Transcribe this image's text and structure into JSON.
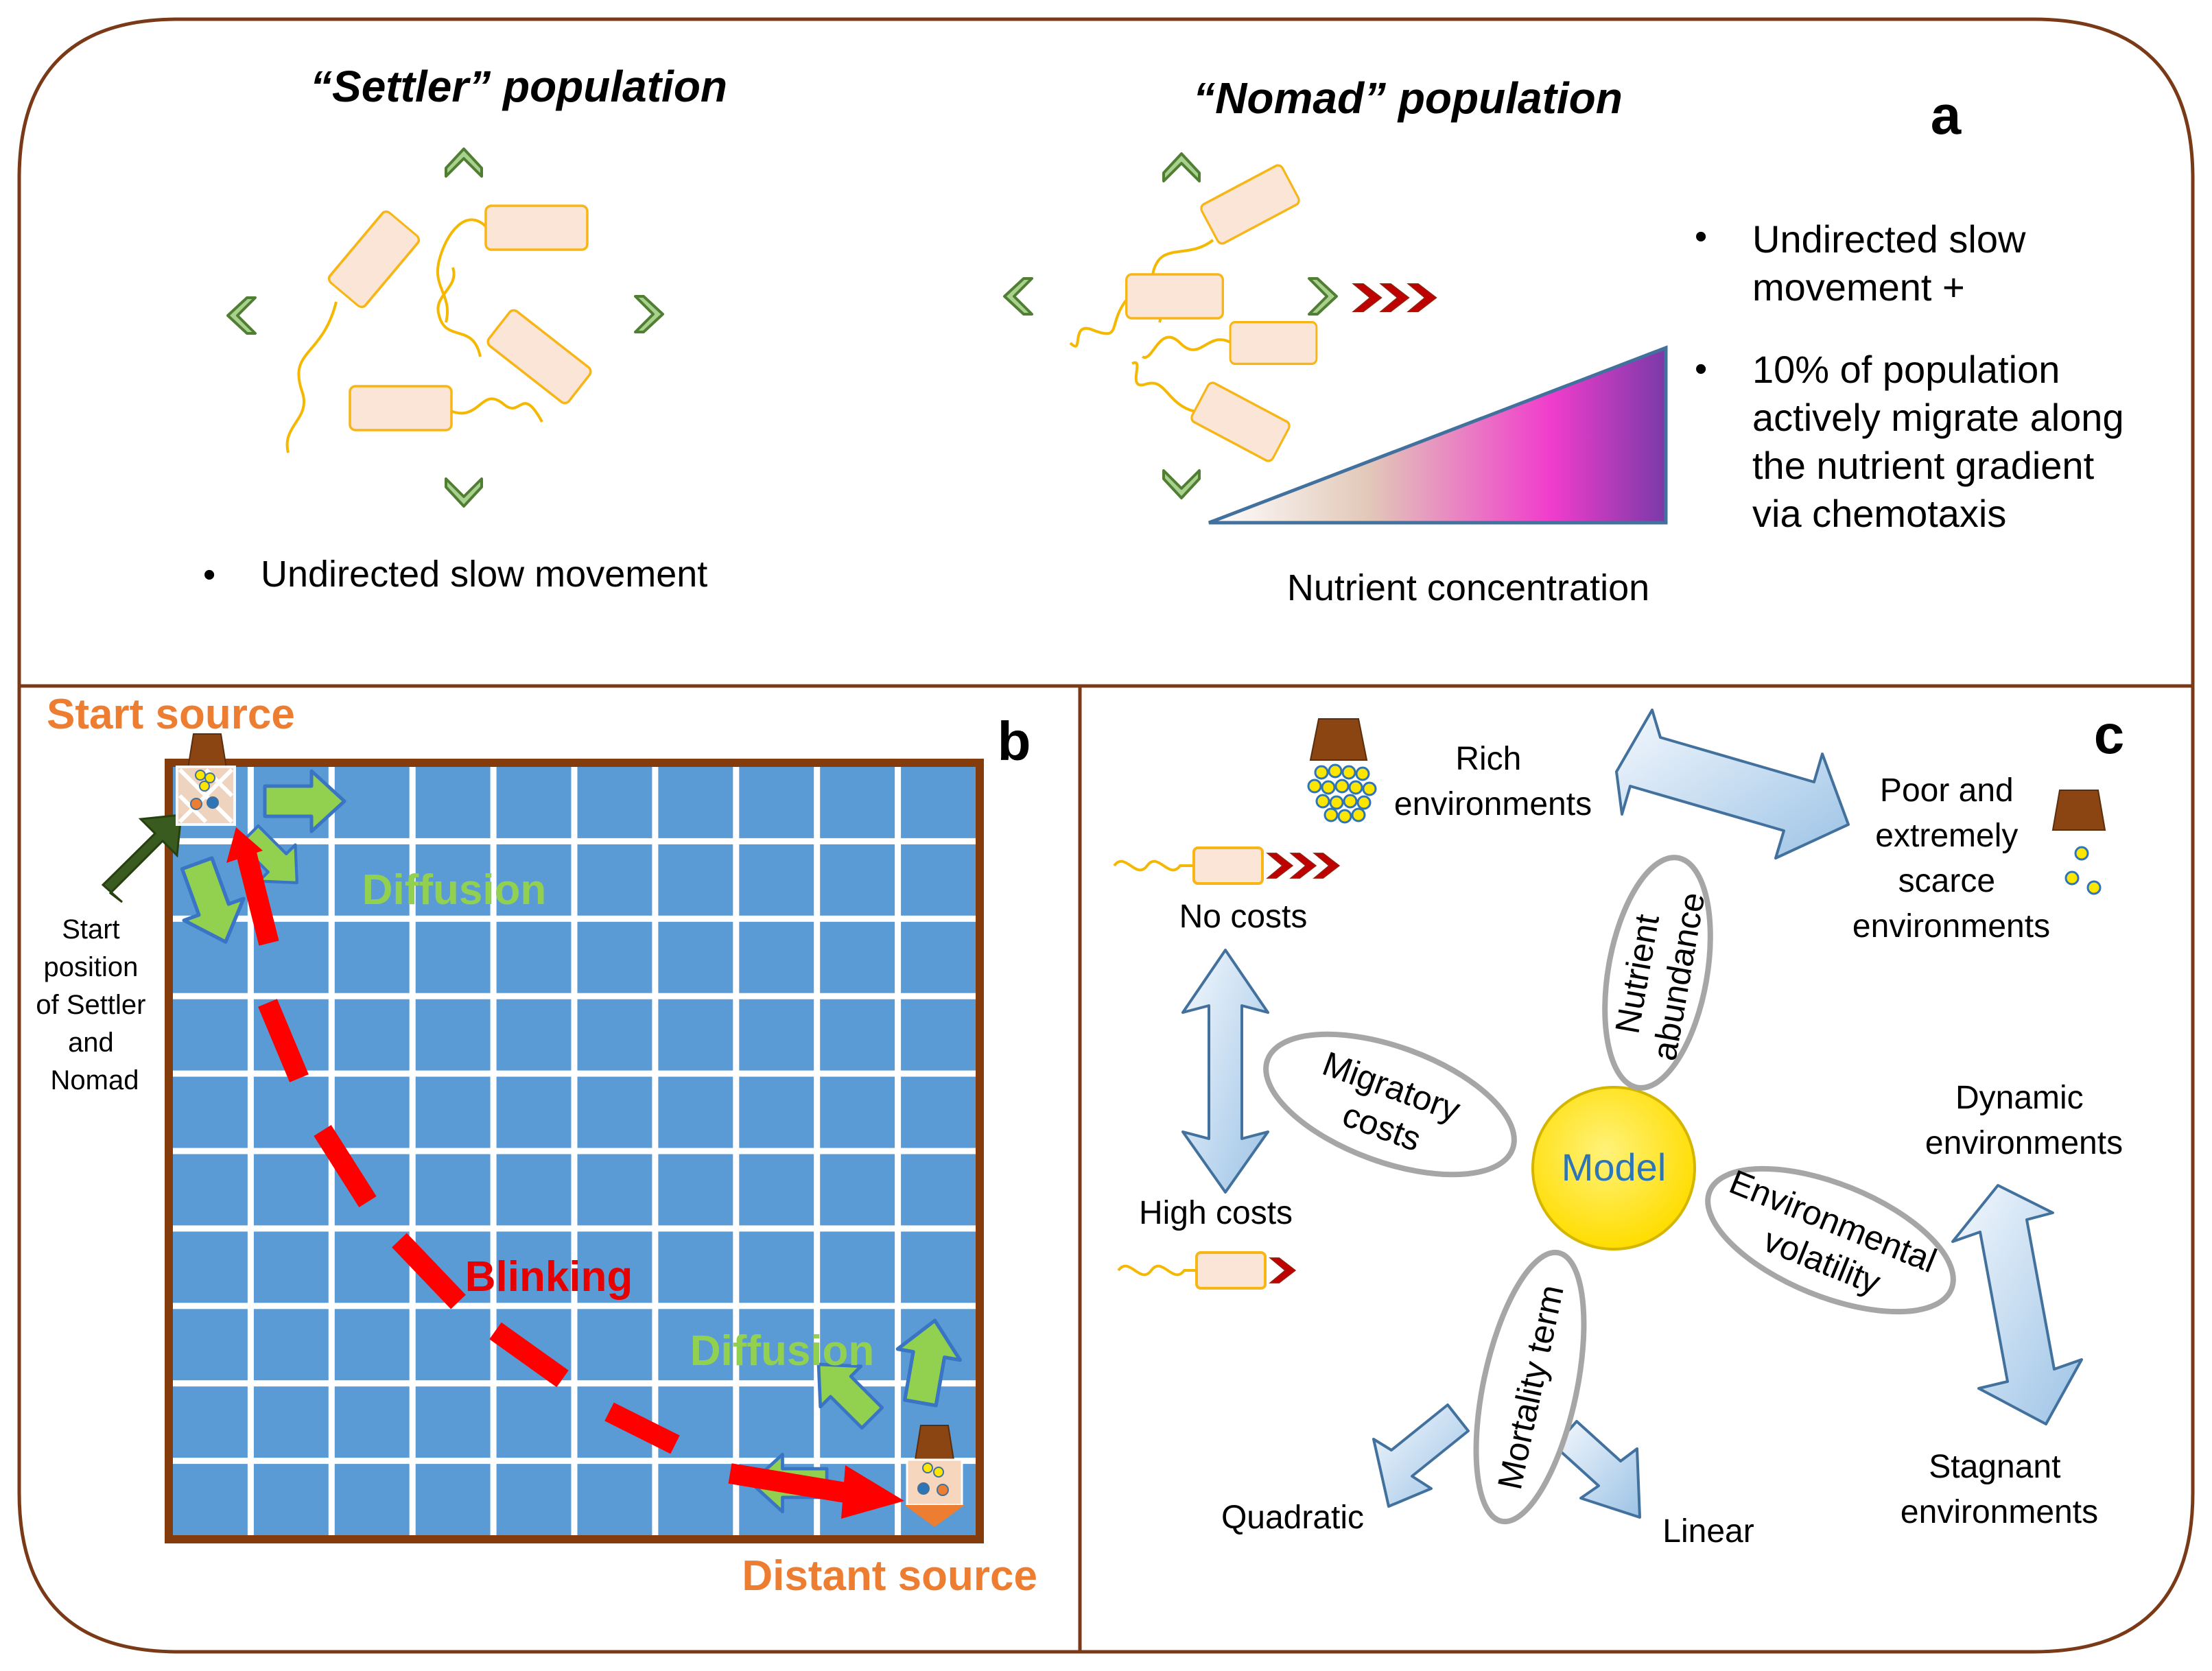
{
  "panel_a": {
    "letter": "a",
    "settler_title": "“Settler” population",
    "nomad_title": "“Nomad” population",
    "settler_bullet": "Undirected slow movement",
    "nomad_bullet_1": [
      "Undirected slow",
      "movement +"
    ],
    "nomad_bullet_2": [
      "10% of population",
      "actively migrate along",
      "the nutrient gradient",
      "via chemotaxis"
    ],
    "gradient_label": "Nutrient concentration"
  },
  "panel_b": {
    "letter": "b",
    "start_source": "Start source",
    "distant_source": "Distant source",
    "start_position": [
      "Start",
      "position",
      "of Settler",
      "and",
      "Nomad"
    ],
    "diffusion": "Diffusion",
    "blinking": "Blinking",
    "grid_cells": 10
  },
  "panel_c": {
    "letter": "c",
    "model": "Model",
    "rich": [
      "Rich",
      "environments"
    ],
    "poor": [
      "Poor and",
      "extremely",
      "scarce",
      "environments"
    ],
    "no_costs": "No costs",
    "high_costs": "High costs",
    "dynamic": [
      "Dynamic",
      "environments"
    ],
    "stagnant": [
      "Stagnant",
      "environments"
    ],
    "quadratic": "Quadratic",
    "linear": "Linear",
    "nutrient_abundance": [
      "Nutrient",
      "abundance"
    ],
    "migratory_costs": [
      "Migratory",
      "costs"
    ],
    "environmental_volatility": [
      "Environmental",
      "volatility"
    ],
    "mortality_term": "Mortality term"
  },
  "colors": {
    "border": "#7b3a17",
    "orange": "#ed7d31",
    "red": "#ff0000",
    "green": "#92d050",
    "grid_blue": "#5b9bd5",
    "model_yellow": "#ffe600",
    "cell_fill": "#fbe5d6",
    "flagellum": "#f5b800"
  }
}
